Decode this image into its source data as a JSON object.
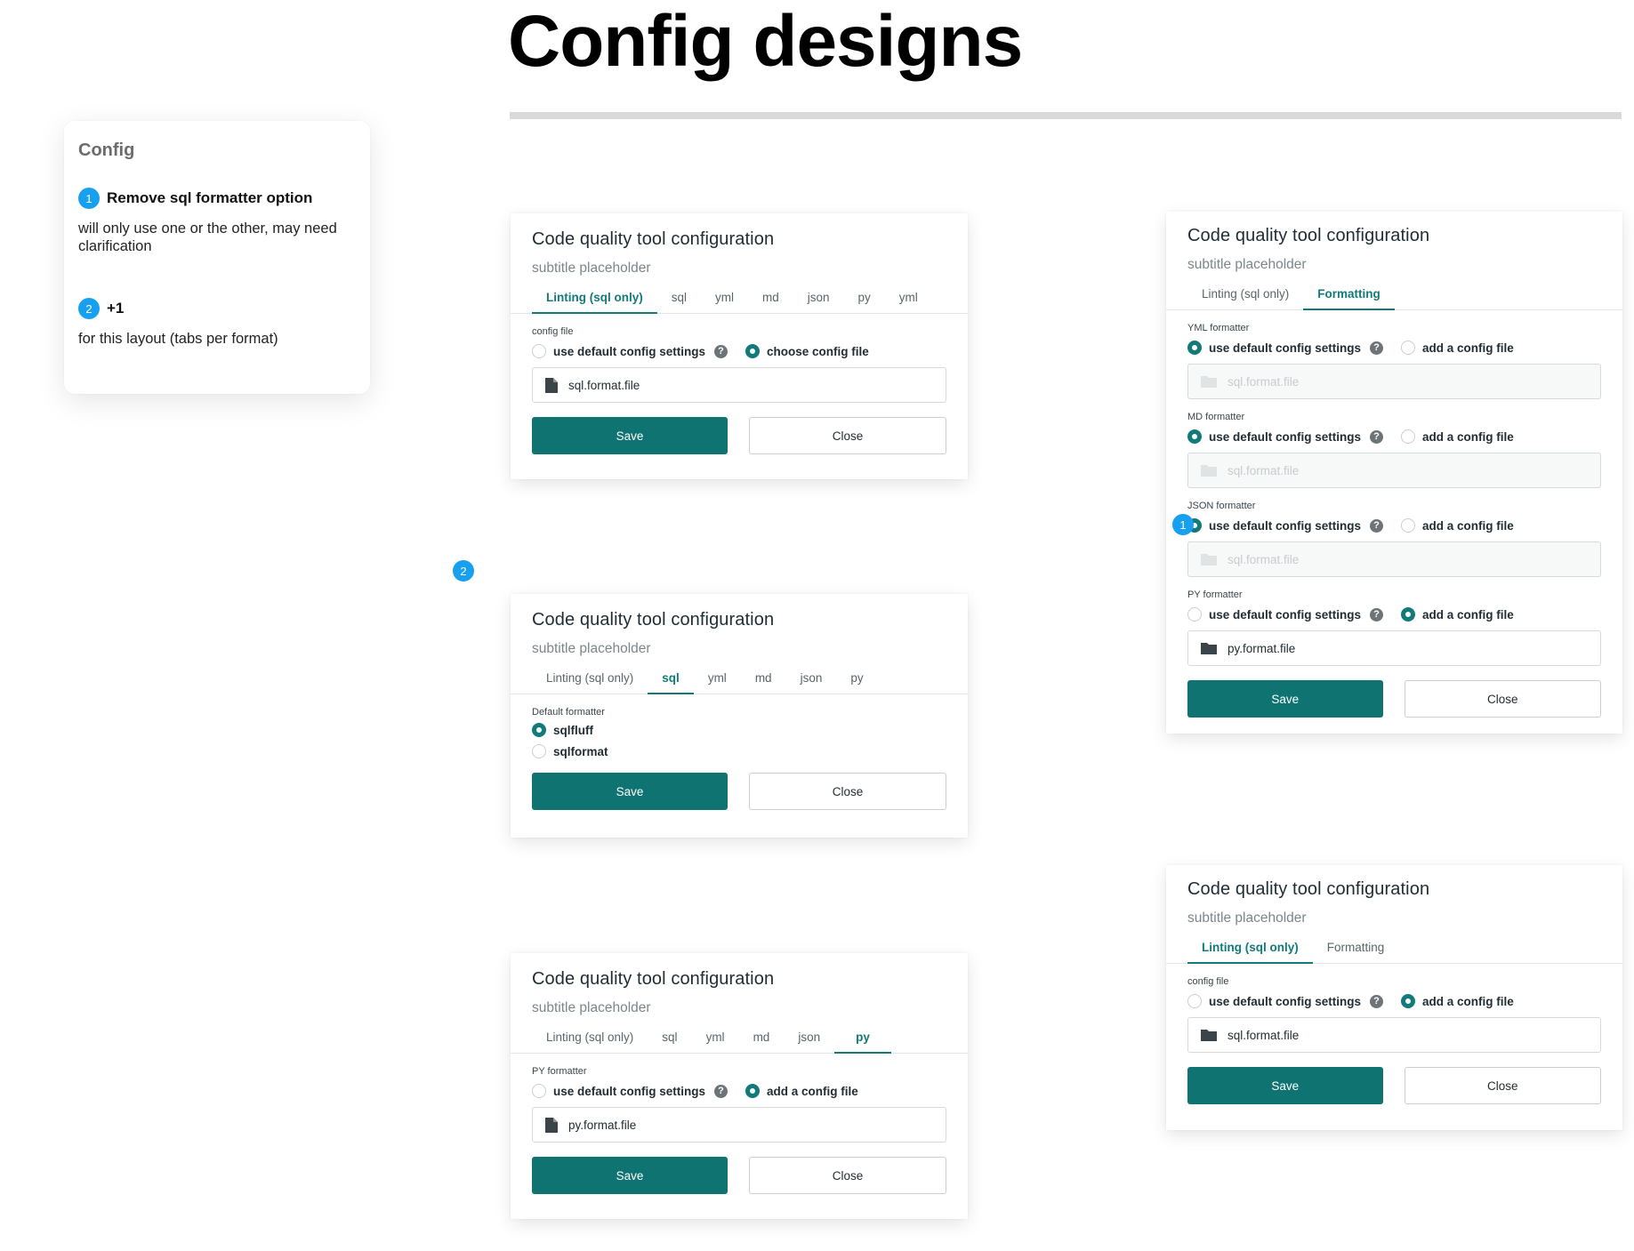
{
  "page": {
    "title": "Config designs"
  },
  "notes": {
    "title": "Config",
    "items": [
      {
        "num": "1",
        "heading": "Remove sql formatter option",
        "body": "will only use one or the other, may need clarification"
      },
      {
        "num": "2",
        "heading": "+1",
        "body": "for this layout (tabs per format)"
      }
    ]
  },
  "float_badges": [
    "2",
    "1"
  ],
  "dialogs": {
    "a": {
      "title": "Code quality tool configuration",
      "subtitle": "subtitle placeholder",
      "tabs": [
        "Linting (sql only)",
        "sql",
        "yml",
        "md",
        "json",
        "py",
        "yml"
      ],
      "active_tab": 0,
      "section": "config file",
      "opt_default": "use default config settings",
      "opt_choose": "choose config file",
      "file": "sql.format.file",
      "save": "Save",
      "close": "Close"
    },
    "b": {
      "title": "Code quality tool configuration",
      "subtitle": "subtitle placeholder",
      "tabs": [
        "Linting (sql only)",
        "sql",
        "yml",
        "md",
        "json",
        "py"
      ],
      "active_tab": 1,
      "section": "Default formatter",
      "opt1": "sqlfluff",
      "opt2": "sqlformat",
      "save": "Save",
      "close": "Close"
    },
    "c": {
      "title": "Code quality tool configuration",
      "subtitle": "subtitle placeholder",
      "tabs": [
        "Linting (sql only)",
        "sql",
        "yml",
        "md",
        "json",
        "py"
      ],
      "active_tab": 5,
      "section": "PY formatter",
      "opt_default": "use default config settings",
      "opt_add": "add a config file",
      "file": "py.format.file",
      "save": "Save",
      "close": "Close"
    },
    "d": {
      "title": "Code quality tool configuration",
      "subtitle": "subtitle placeholder",
      "tabs": [
        "Linting (sql only)",
        "Formatting"
      ],
      "active_tab": 1,
      "sections": [
        {
          "label": "YML formatter",
          "opt_default": "use default config settings",
          "opt_add": "add a config file",
          "file": "sql.format.file"
        },
        {
          "label": "MD formatter",
          "opt_default": "use default config settings",
          "opt_add": "add a config file",
          "file": "sql.format.file"
        },
        {
          "label": "JSON formatter",
          "opt_default": "use default config settings",
          "opt_add": "add a config file",
          "file": "sql.format.file"
        },
        {
          "label": "PY formatter",
          "opt_default": "use default config settings",
          "opt_add": "add a config file",
          "file": "py.format.file"
        }
      ],
      "save": "Save",
      "close": "Close"
    },
    "e": {
      "title": "Code quality tool configuration",
      "subtitle": "subtitle placeholder",
      "tabs": [
        "Linting (sql only)",
        "Formatting"
      ],
      "active_tab": 0,
      "section": "config file",
      "opt_default": "use default config settings",
      "opt_add": "add a config file",
      "file": "sql.format.file",
      "save": "Save",
      "close": "Close"
    }
  },
  "colors": {
    "accent": "#0f7372",
    "badge": "#18a0f0"
  }
}
